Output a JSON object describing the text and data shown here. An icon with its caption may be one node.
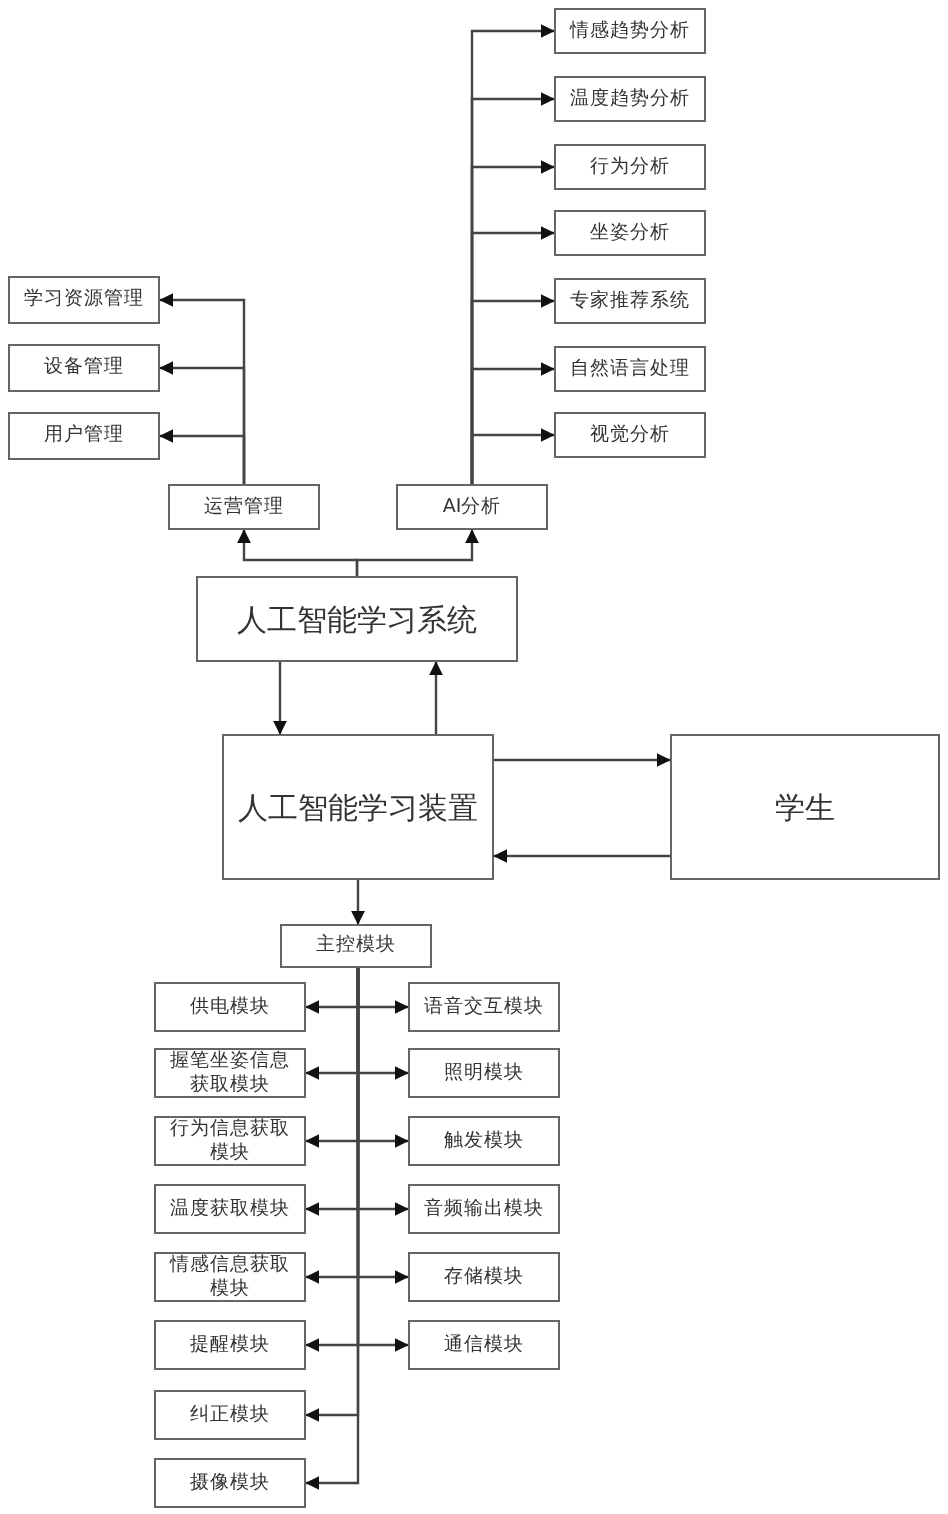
{
  "diagram": {
    "nodes": [
      {
        "text": [
          "情感趋势分析"
        ]
      },
      {
        "text": [
          "温度趋势分析"
        ]
      },
      {
        "text": [
          "行为分析"
        ]
      },
      {
        "text": [
          "坐姿分析"
        ]
      },
      {
        "text": [
          "专家推荐系统"
        ]
      },
      {
        "text": [
          "自然语言处理"
        ]
      },
      {
        "text": [
          "视觉分析"
        ]
      },
      {
        "text": [
          "学习资源管理"
        ]
      },
      {
        "text": [
          "设备管理"
        ]
      },
      {
        "text": [
          "用户管理"
        ]
      },
      {
        "text": [
          "运营管理"
        ]
      },
      {
        "text": [
          "AI分析"
        ]
      },
      {
        "text": [
          "人工智能学习系统"
        ]
      },
      {
        "text": [
          "人工智能学习装置"
        ]
      },
      {
        "text": [
          "学生"
        ]
      },
      {
        "text": [
          "主控模块"
        ]
      },
      {
        "text": [
          "供电模块"
        ]
      },
      {
        "text": [
          "握笔坐姿信息获取模块"
        ]
      },
      {
        "text": [
          "行为信息获取模块"
        ]
      },
      {
        "text": [
          "温度获取模块"
        ]
      },
      {
        "text": [
          "情感信息获取模块"
        ]
      },
      {
        "text": [
          "提醒模块"
        ]
      },
      {
        "text": [
          "纠正模块"
        ]
      },
      {
        "text": [
          "摄像模块"
        ]
      },
      {
        "text": [
          "语音交互模块"
        ]
      },
      {
        "text": [
          "照明模块"
        ]
      },
      {
        "text": [
          "触发模块"
        ]
      },
      {
        "text": [
          "音频输出模块"
        ]
      },
      {
        "text": [
          "存储模块"
        ]
      },
      {
        "text": [
          "通信模块"
        ]
      }
    ],
    "edges": [
      {
        "from": 12,
        "to": 10,
        "arrow": "to"
      },
      {
        "from": 12,
        "to": 11,
        "arrow": "to"
      },
      {
        "from": 10,
        "to": 7,
        "arrow": "to"
      },
      {
        "from": 10,
        "to": 8,
        "arrow": "to"
      },
      {
        "from": 10,
        "to": 9,
        "arrow": "to"
      },
      {
        "from": 11,
        "to": 0,
        "arrow": "to"
      },
      {
        "from": 11,
        "to": 1,
        "arrow": "to"
      },
      {
        "from": 11,
        "to": 2,
        "arrow": "to"
      },
      {
        "from": 11,
        "to": 3,
        "arrow": "to"
      },
      {
        "from": 11,
        "to": 4,
        "arrow": "to"
      },
      {
        "from": 11,
        "to": 5,
        "arrow": "to"
      },
      {
        "from": 11,
        "to": 6,
        "arrow": "to"
      },
      {
        "from": 12,
        "to": 13,
        "arrow": "to"
      },
      {
        "from": 13,
        "to": 12,
        "arrow": "to"
      },
      {
        "from": 13,
        "to": 14,
        "arrow": "to"
      },
      {
        "from": 14,
        "to": 13,
        "arrow": "to"
      },
      {
        "from": 13,
        "to": 15,
        "arrow": "to"
      },
      {
        "from": 15,
        "to": 16,
        "arrow": "to"
      },
      {
        "from": 15,
        "to": 17,
        "arrow": "to"
      },
      {
        "from": 15,
        "to": 18,
        "arrow": "to"
      },
      {
        "from": 15,
        "to": 19,
        "arrow": "to"
      },
      {
        "from": 15,
        "to": 20,
        "arrow": "to"
      },
      {
        "from": 15,
        "to": 21,
        "arrow": "to"
      },
      {
        "from": 15,
        "to": 22,
        "arrow": "to"
      },
      {
        "from": 15,
        "to": 23,
        "arrow": "to"
      },
      {
        "from": 15,
        "to": 24,
        "arrow": "to"
      },
      {
        "from": 15,
        "to": 25,
        "arrow": "to"
      },
      {
        "from": 15,
        "to": 26,
        "arrow": "to"
      },
      {
        "from": 15,
        "to": 27,
        "arrow": "to"
      },
      {
        "from": 15,
        "to": 28,
        "arrow": "to"
      },
      {
        "from": 15,
        "to": 29,
        "arrow": "to"
      }
    ]
  }
}
